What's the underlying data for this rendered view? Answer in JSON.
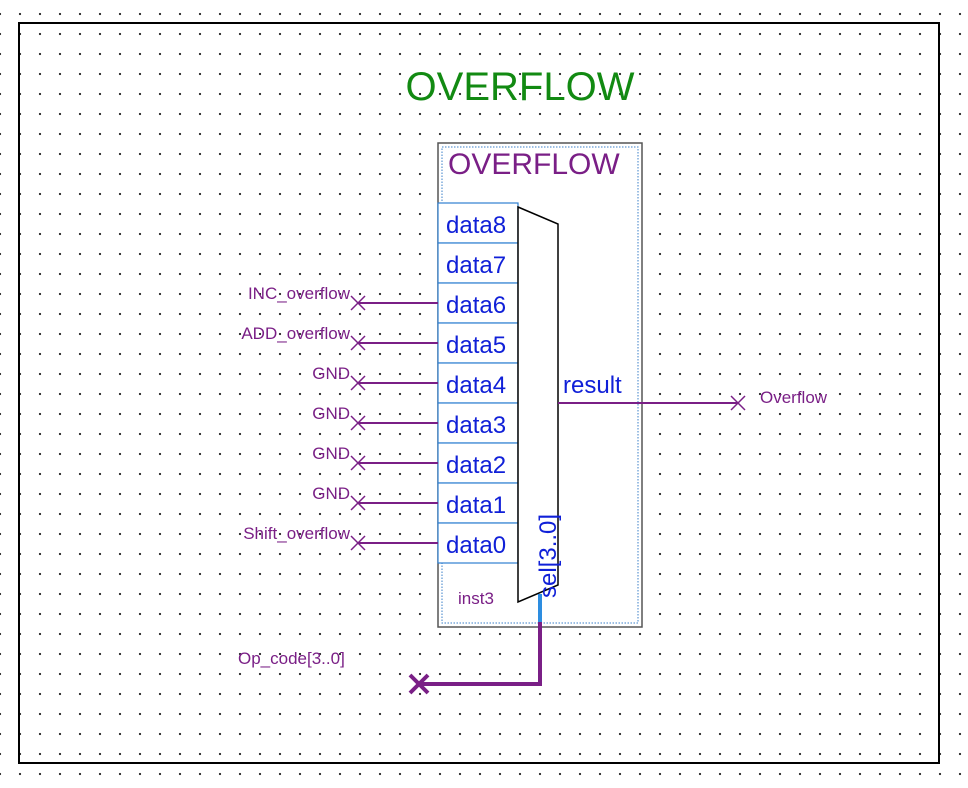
{
  "diagram": {
    "title": "OVERFLOW",
    "block": {
      "name": "OVERFLOW",
      "instance": "inst3",
      "output_port": "result",
      "select_port": "sel[3..0]",
      "input_ports": [
        "data8",
        "data7",
        "data6",
        "data5",
        "data4",
        "data3",
        "data2",
        "data1",
        "data0"
      ]
    },
    "input_signals": [
      {
        "label": "INC_overflow",
        "port": "data6"
      },
      {
        "label": "ADD_overflow",
        "port": "data5"
      },
      {
        "label": "GND",
        "port": "data4"
      },
      {
        "label": "GND",
        "port": "data3"
      },
      {
        "label": "GND",
        "port": "data2"
      },
      {
        "label": "GND",
        "port": "data1"
      },
      {
        "label": "Shift_overflow",
        "port": "data0"
      }
    ],
    "output_signal": "Overflow",
    "select_signal": "Op_code[3..0]",
    "colors": {
      "title": "#128a12",
      "wire": "#7a1f86",
      "port_text": "#1020d8",
      "port_border": "#2f7fd0",
      "bus_stub": "#2d8de0"
    }
  }
}
